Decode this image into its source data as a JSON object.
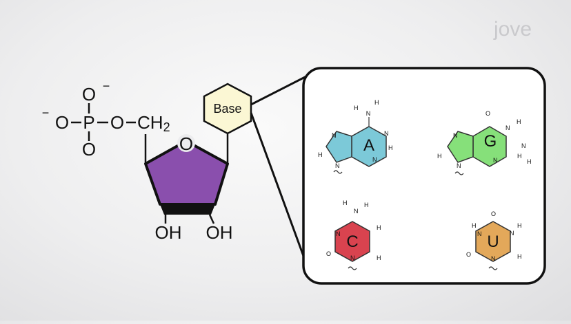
{
  "watermark": {
    "text": "jove"
  },
  "phosphate": {
    "O_top": "O",
    "O_left": "O",
    "P": "P",
    "O_bottom": "O",
    "O_right": "O",
    "CH2": "CH",
    "CH2_sub": "2",
    "charge_top": "−",
    "charge_left": "−"
  },
  "sugar": {
    "ring_oxygen": "O",
    "oh_left": "OH",
    "oh_right": "OH",
    "color": "#8a4fad"
  },
  "base_label": "Base",
  "bases": [
    {
      "letter": "A",
      "color": "#7cc9d8",
      "atoms": {
        "N": "N",
        "H": "H"
      }
    },
    {
      "letter": "G",
      "color": "#86e07a",
      "atoms": {
        "N": "N",
        "H": "H",
        "O": "O"
      }
    },
    {
      "letter": "C",
      "color": "#d9434f",
      "atoms": {
        "N": "N",
        "H": "H",
        "O": "O"
      }
    },
    {
      "letter": "U",
      "color": "#e3a85a",
      "atoms": {
        "N": "N",
        "H": "H",
        "O": "O"
      }
    }
  ]
}
